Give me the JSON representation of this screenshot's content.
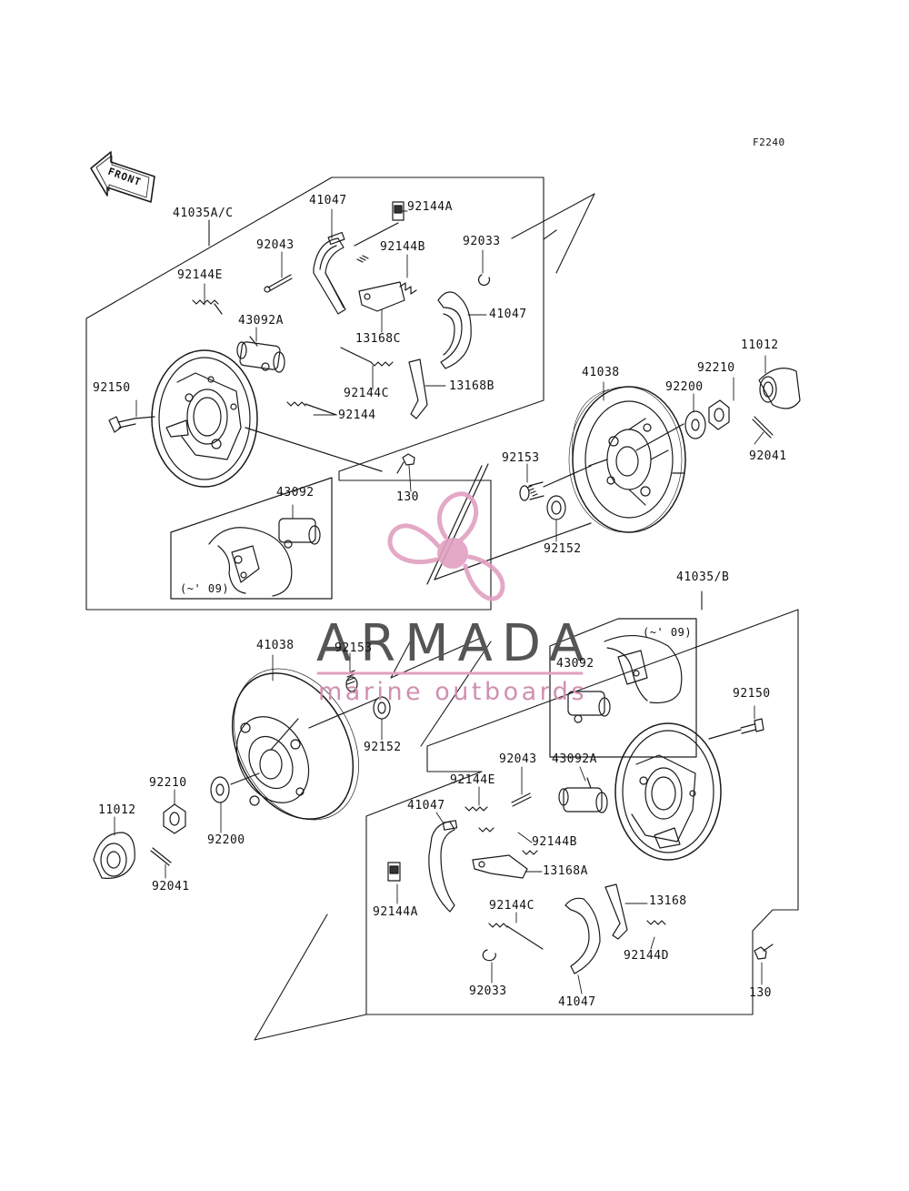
{
  "diagram_code": "F2240",
  "front_label": "FRONT",
  "watermark": {
    "title": "ARMADA",
    "subtitle": "marine outboards",
    "title_color": "#555555",
    "accent_color": "#e0a0c0"
  },
  "upper_assembly": {
    "assembly_label": "41035A/C",
    "parts": {
      "shoe_top": "41047",
      "clip": "92144A",
      "pin": "92043",
      "spring_b": "92144B",
      "ring": "92033",
      "spring_e": "92144E",
      "cylinder": "43092A",
      "lever": "13168C",
      "shoe_right": "41047",
      "bolt": "92150",
      "spring_c": "92144C",
      "lever_b": "13168B",
      "spring": "92144",
      "bolt_small": "130"
    },
    "inset": {
      "part": "43092",
      "note": "(~' 09)"
    }
  },
  "right_drum": {
    "drum": "41038",
    "cap": "11012",
    "nut": "92210",
    "washer": "92200",
    "stud": "92153",
    "seal": "92152",
    "cotter": "92041"
  },
  "lower_assembly": {
    "assembly_label": "41035/B",
    "inset": {
      "part": "43092",
      "note": "(~' 09)"
    },
    "parts": {
      "drum": "41038",
      "stud": "92153",
      "seal": "92152",
      "nut": "92210",
      "washer": "92200",
      "cap": "11012",
      "cotter": "92041",
      "bolt": "92150",
      "pin": "92043",
      "cylinder": "43092A",
      "spring_e": "92144E",
      "shoe": "41047",
      "spring_b": "92144B",
      "lever_a": "13168A",
      "clip": "92144A",
      "spring_c": "92144C",
      "lever": "13168",
      "spring_d": "92144D",
      "ring": "92033",
      "shoe_bottom": "41047",
      "bolt_small": "130"
    }
  }
}
